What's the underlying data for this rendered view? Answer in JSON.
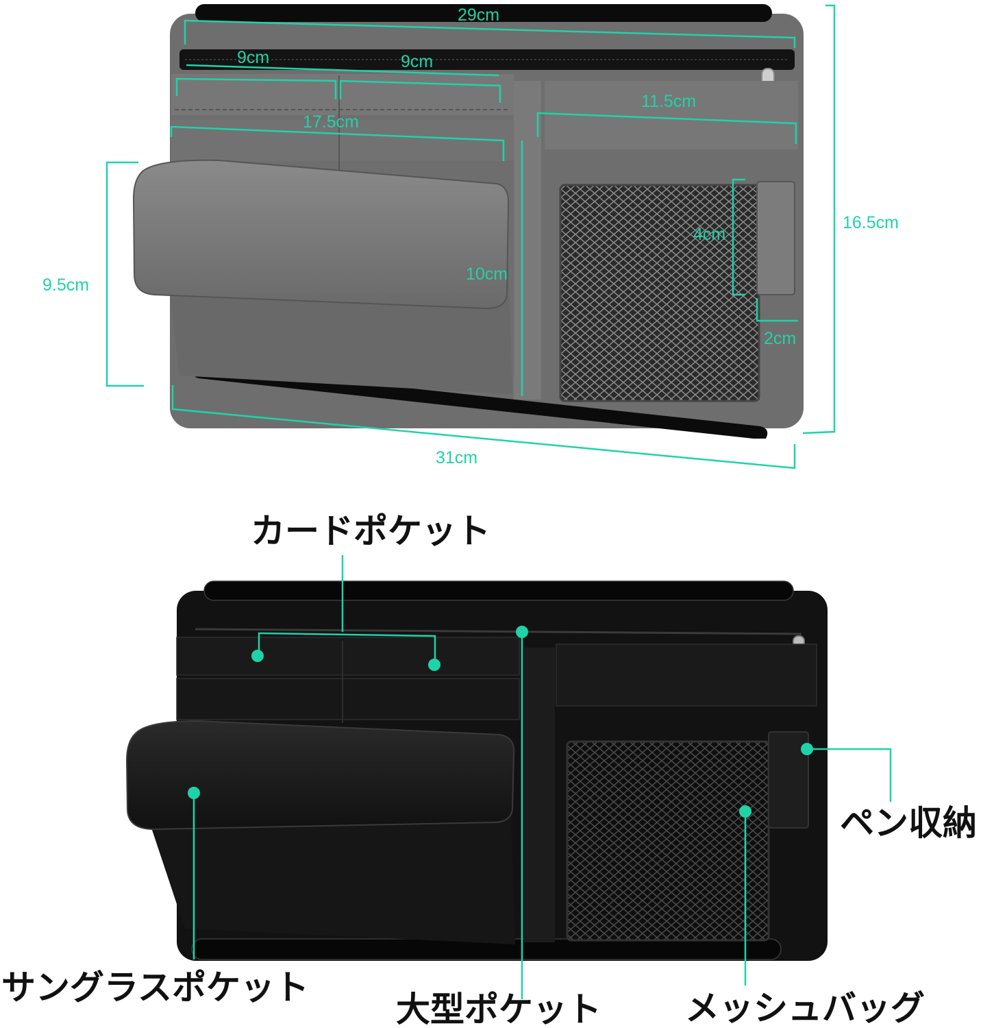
{
  "colors": {
    "accent": "#1fd3a8",
    "gray_body": "#6e6e6e",
    "black_body": "#121212",
    "bar": "#0b0b0b",
    "mesh": "#1a1a1a"
  },
  "gray_organizer": {
    "dimensions": {
      "top_width": "29cm",
      "card_left": "9cm",
      "card_right": "9cm",
      "left_pocket_width": "17.5cm",
      "right_pocket_width": "11.5cm",
      "pen_height": "4cm",
      "divider_height": "10cm",
      "pen_width": "2cm",
      "total_height": "16.5cm",
      "left_height": "9.5cm",
      "bottom_width": "31cm"
    }
  },
  "black_organizer": {
    "labels": {
      "card_pocket": "カードポケット",
      "pen_holder": "ペン収納",
      "sunglasses_pocket": "サングラスポケット",
      "large_pocket": "大型ポケット",
      "mesh_bag": "メッシュバッグ"
    }
  }
}
